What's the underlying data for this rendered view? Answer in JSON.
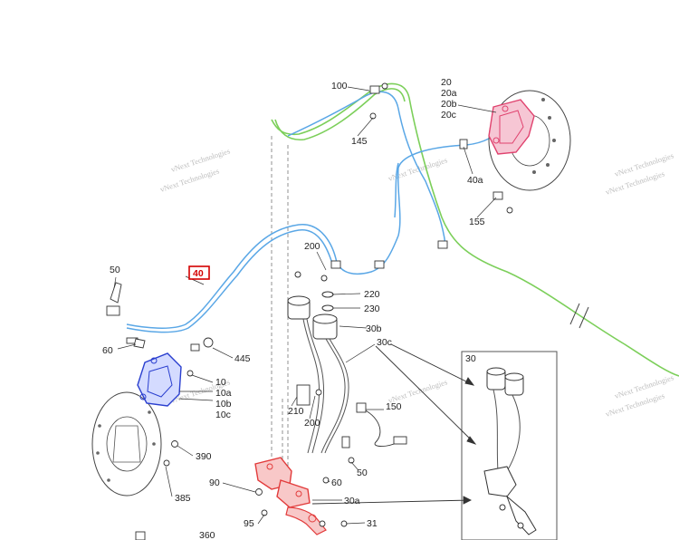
{
  "highlight_callout": "40",
  "callouts": {
    "c100": "100",
    "c20": "20",
    "c20a": "20a",
    "c20b": "20b",
    "c20c": "20c",
    "c145": "145",
    "c40a": "40a",
    "c155": "155",
    "c50_top": "50",
    "c200_top": "200",
    "c220": "220",
    "c230": "230",
    "c30b": "30b",
    "c30c": "30c",
    "c60_left": "60",
    "c445": "445",
    "c10": "10",
    "c10a": "10a",
    "c10b": "10b",
    "c10c": "10c",
    "c210": "210",
    "c200_mid": "200",
    "c150": "150",
    "c390": "390",
    "c90": "90",
    "c60_bottom": "60",
    "c50_bottom": "50",
    "c385": "385",
    "c30a": "30a",
    "c95": "95",
    "c31": "31",
    "c360": "360",
    "c30_inset": "30"
  },
  "watermark": "vNext Technologies",
  "colors": {
    "front_brake_line": "#5aa7e6",
    "rear_brake_line": "#7ccf5a",
    "rear_caliper": "#e0426e",
    "front_caliper": "#2a3fcf",
    "master_cylinder": "#e23b3b",
    "highlight": "#d40000"
  }
}
